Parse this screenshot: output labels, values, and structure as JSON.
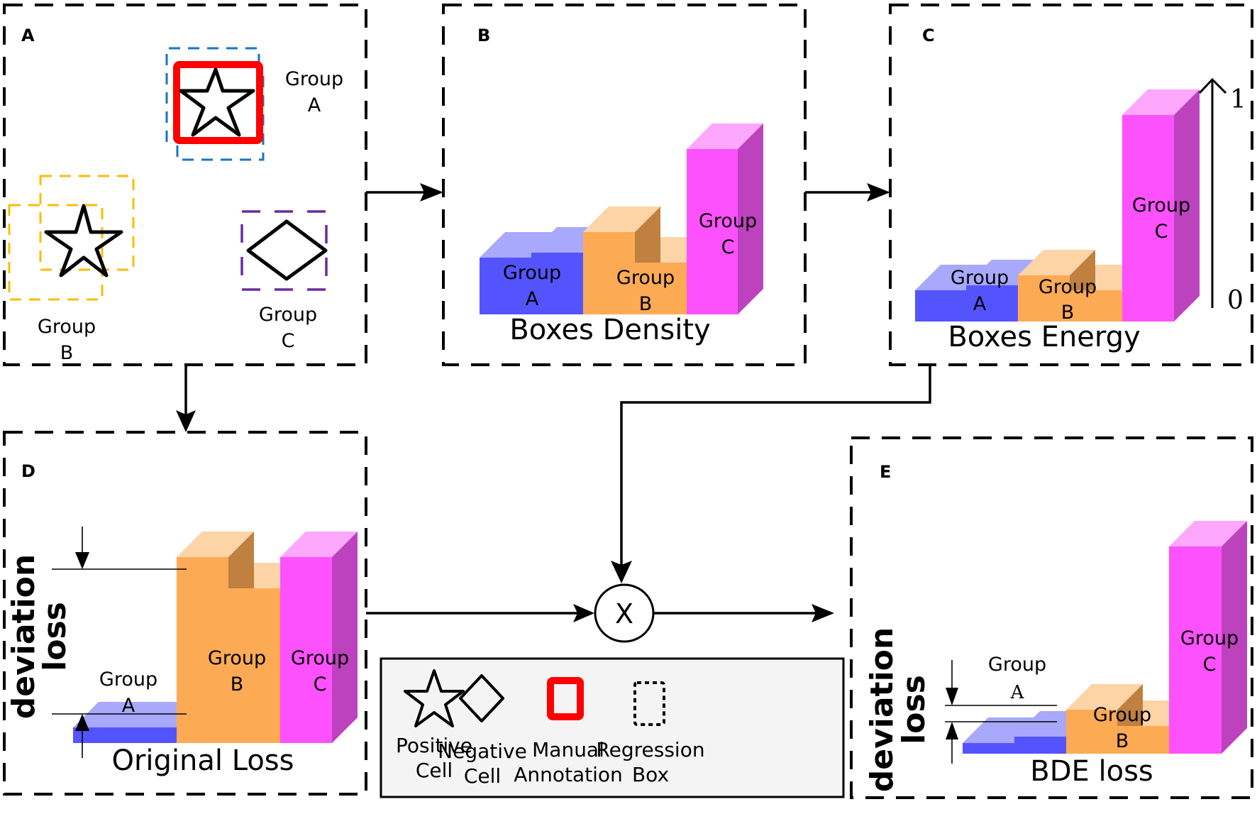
{
  "colors": {
    "group_a_front": "#5454fe",
    "group_a_top": "#a8a8fd",
    "group_b_front": "#fdaa55",
    "group_b_top": "#fcd4a6",
    "group_b_side": "#bf8040",
    "group_c_front": "#fe51fe",
    "group_c_top": "#fda8fd",
    "group_c_side": "#bd42bd",
    "manual_annotation": "#ff0000",
    "group_a_box": "#1a73c8",
    "group_b_box": "#fbbc05",
    "group_c_box": "#6a2ba0",
    "legend_bg": "#f4f4f4"
  },
  "panels": {
    "a": {
      "letter": "A",
      "group_a": [
        "Group",
        "A"
      ],
      "group_b": [
        "Group",
        "B"
      ],
      "group_c": [
        "Group",
        "C"
      ]
    },
    "b": {
      "letter": "B",
      "title": "Boxes Density",
      "group_a": [
        "Group",
        "A"
      ],
      "group_b": [
        "Group",
        "B"
      ],
      "group_c": [
        "Group",
        "C"
      ]
    },
    "c": {
      "letter": "C",
      "title": "Boxes Energy",
      "group_a": [
        "Group",
        "A"
      ],
      "group_b": [
        "Group",
        "B"
      ],
      "group_c": [
        "Group",
        "C"
      ],
      "axis_max": "1",
      "axis_min": "0"
    },
    "d": {
      "letter": "D",
      "title": "Original Loss",
      "deviation_label": [
        "deviation",
        "loss"
      ],
      "group_a": [
        "Group",
        "A"
      ],
      "group_b": [
        "Group",
        "B"
      ],
      "group_c": [
        "Group",
        "C"
      ]
    },
    "e": {
      "letter": "E",
      "title": "BDE loss",
      "deviation_label": [
        "deviation",
        "loss"
      ],
      "group_a": [
        "Group",
        "A"
      ],
      "group_b": [
        "Group",
        "B"
      ],
      "group_c": [
        "Group",
        "C"
      ]
    }
  },
  "operator": "X",
  "legend": [
    {
      "icon": "star-icon",
      "label": [
        "Positive",
        "Cell"
      ]
    },
    {
      "icon": "diamond-icon",
      "label": [
        "Negative",
        "Cell"
      ]
    },
    {
      "icon": "red-square-icon",
      "label": [
        "Manual",
        "Annotation"
      ]
    },
    {
      "icon": "dashed-square-icon",
      "label": [
        "Regression",
        "Box"
      ]
    }
  ]
}
